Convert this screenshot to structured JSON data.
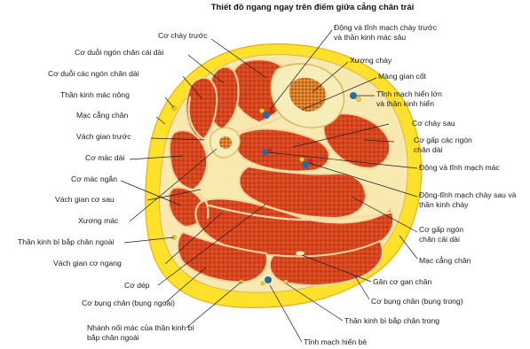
{
  "title": "Thiết đồ ngang ngay trên điểm giữa cẳng chân trái",
  "labels": {
    "left": [
      "Cơ chày trước",
      "Cơ duỗi ngón chân cái dài",
      "Cơ duỗi các ngón chân dài",
      "Thần kinh mác nông",
      "Mạc cẳng chân",
      "Vách gian trước",
      "Cơ mác dài",
      "Cơ mác ngắn",
      "Vách gian cơ sau",
      "Xương mác",
      "Thần kinh bì bắp chân ngoài",
      "Vách gian cơ ngang",
      "Cơ dép",
      "Cơ bụng chân (bụng ngoài)",
      "Nhánh nối mác của thần kinh bì bắp chân ngoài"
    ],
    "right": [
      "Động và tĩnh mạch chày trước và thần kinh mác sâu",
      "Xương chày",
      "Màng gian cốt",
      "Tĩnh mạch hiển lớn và thần kinh hiển",
      "Cơ chày sau",
      "Cơ gấp các ngón chân dài",
      "Động và tĩnh mạch mác",
      "Động-tĩnh mạch chày sau và thần kinh chày",
      "Cơ gấp ngón chân cái dài",
      "Mạc cẳng chân",
      "Gân cơ gan chân",
      "Cơ bụng chân (bụng trong)",
      "Thần kinh bì bắp chân trong",
      "Tĩnh mạch hiển bé"
    ]
  },
  "colors": {
    "fat": "#fde12a",
    "fascia": "#f8e9b0",
    "muscle": "#d8461f",
    "muscle_dot": "#b02a10",
    "bone": "#f6edb8",
    "marrow": "#c9561c",
    "vessel": "#2a6aa0",
    "nerve": "#f3d23a"
  }
}
